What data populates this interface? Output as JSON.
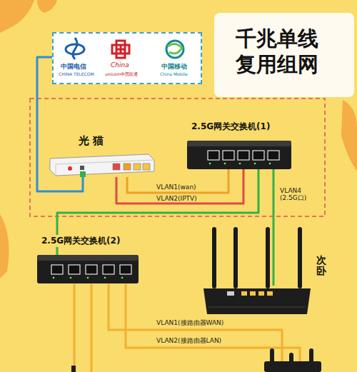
{
  "diagram": {
    "title": "千兆单线 复用组网",
    "nodes": [
      {
        "text": [
          "中国电信",
          "CHINA TELECOM",
          "China",
          "unicom中国联通",
          "中国移动",
          "China Mobile"
        ]
      },
      {
        "text": [
          "光 猫"
        ]
      },
      {
        "text": [
          "2.5G网关交换机(1)"
        ]
      },
      {
        "text": [
          "2.5G网关交换机(2)"
        ]
      },
      {
        "text": [
          "次卧"
        ]
      }
    ],
    "edges": [
      {
        "from": 0,
        "to": 1,
        "arrow": "none"
      },
      {
        "from": 1,
        "to": 2,
        "label": "VLAN1(wan)",
        "arrow": "none"
      },
      {
        "from": 1,
        "to": 2,
        "label": "VLAN2(IPTV)",
        "arrow": "none"
      },
      {
        "from": 2,
        "to": 4,
        "label": "VLAN4 (2.5G口)",
        "arrow": "none"
      },
      {
        "from": 2,
        "to": 3,
        "arrow": "none"
      }
    ],
    "labels": [
      "VLAN1(接路由器WAN)",
      "VLAN2(接路由器LAN)"
    ]
  }
}
